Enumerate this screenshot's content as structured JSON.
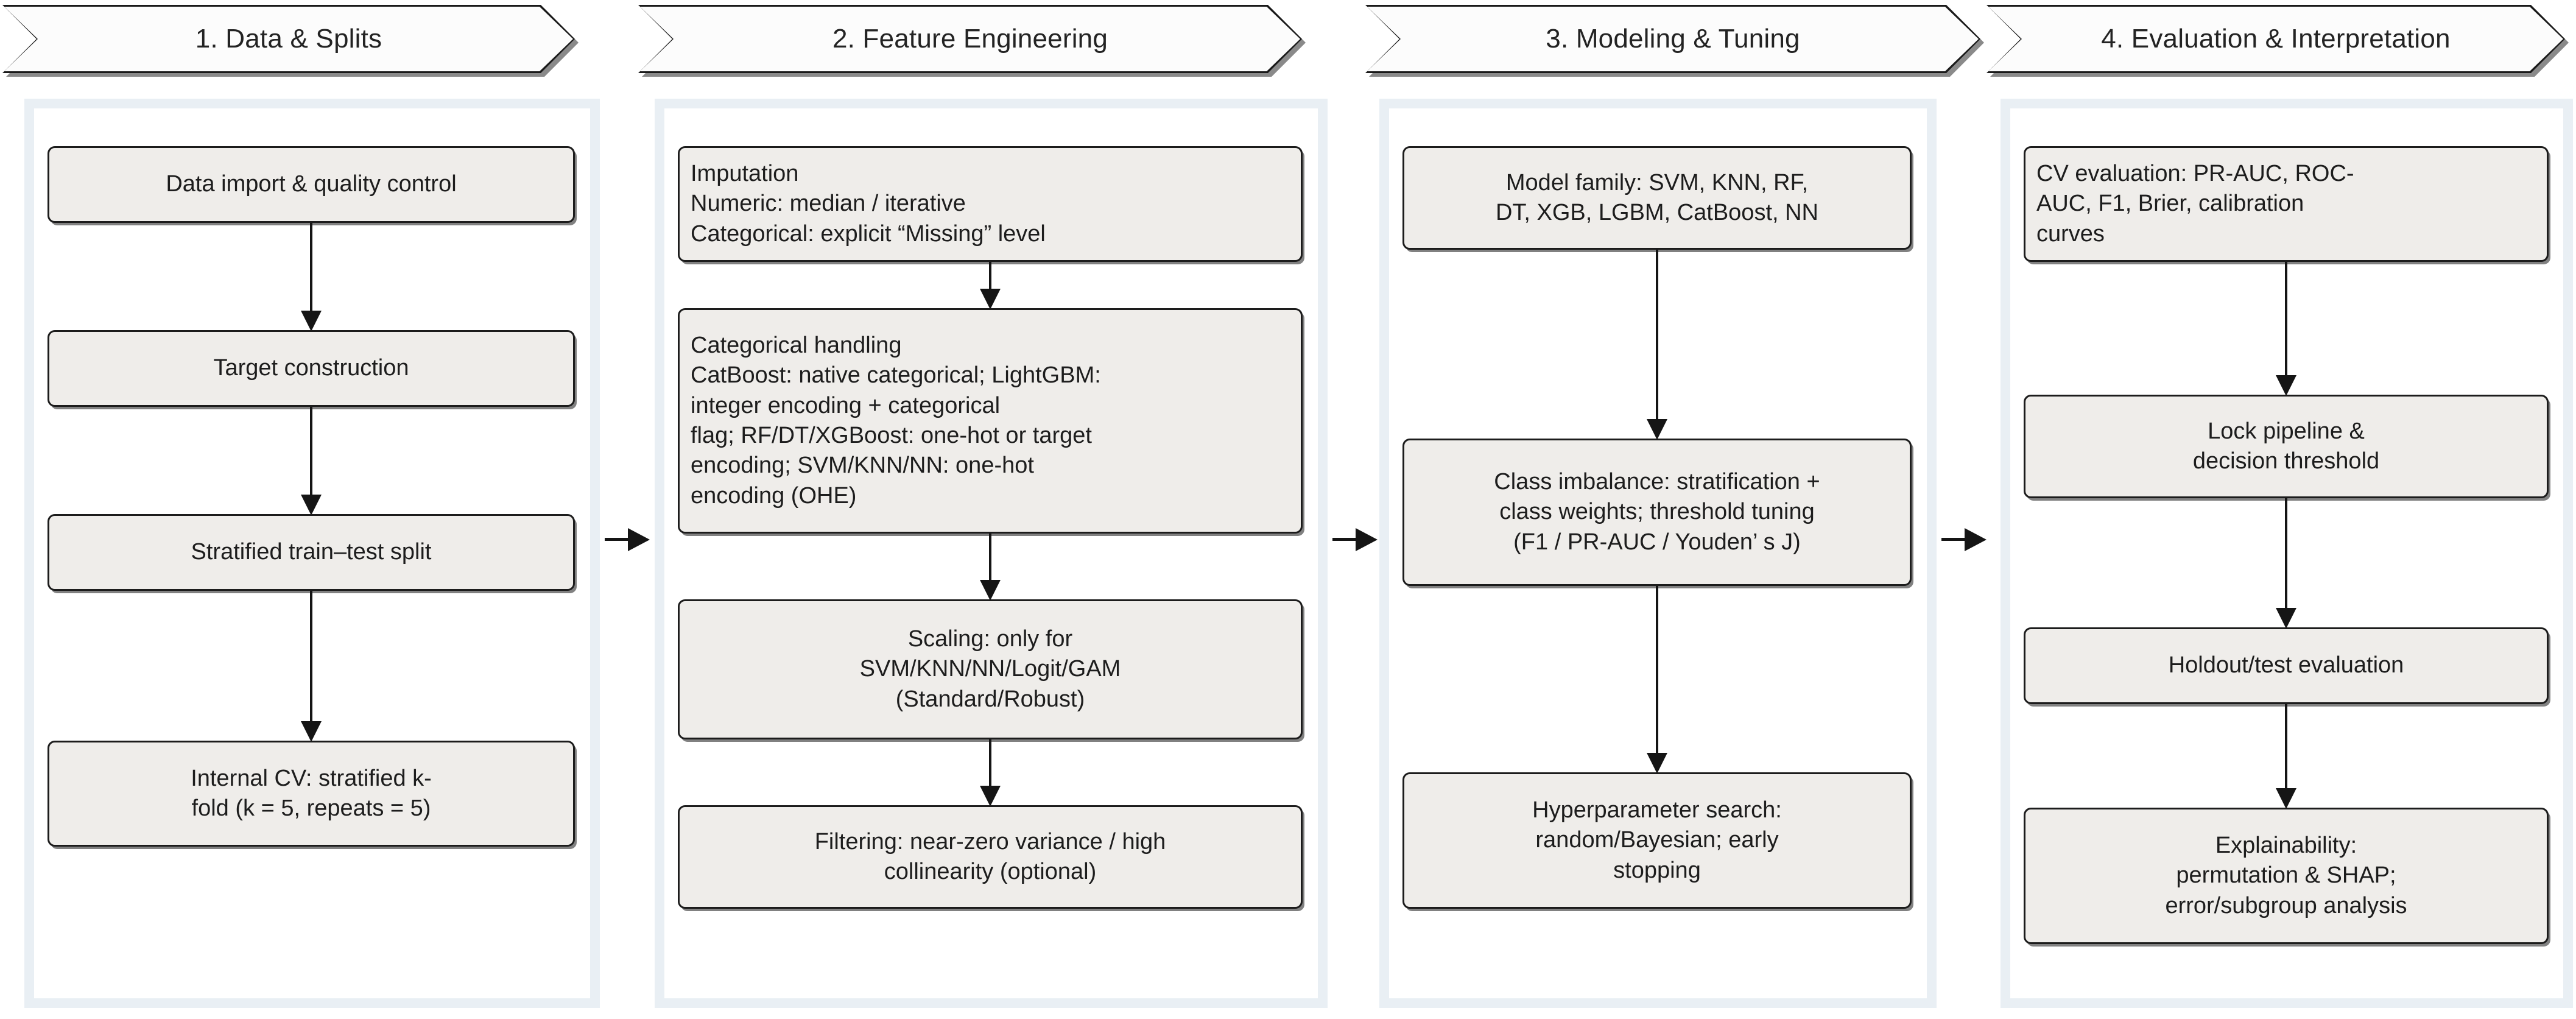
{
  "diagram": {
    "title": "Machine learning pipeline flowchart",
    "colors": {
      "panel_background": "#e9eff4",
      "panel_inner": "#ffffff",
      "node_fill": "#efedea",
      "node_border": "#1c1c1c",
      "connector": "#151515",
      "header_fill": "#fcfcfc",
      "header_outline": "#1a1a1a",
      "header_shadow": "#8a8a8a",
      "text": "#1d1d1d"
    },
    "stages": [
      {
        "id": "stage-1",
        "header": "1. Data & Splits",
        "nodes": [
          {
            "id": "n1-1",
            "align": "center",
            "text": "Data import & quality control"
          },
          {
            "id": "n1-2",
            "align": "center",
            "text": "Target construction"
          },
          {
            "id": "n1-3",
            "align": "center",
            "text": "Stratified train–test split"
          },
          {
            "id": "n1-4",
            "align": "center",
            "text": "Internal CV: stratified k-\nfold (k = 5, repeats = 5)"
          }
        ]
      },
      {
        "id": "stage-2",
        "header": "2. Feature Engineering",
        "nodes": [
          {
            "id": "n2-1",
            "align": "left",
            "text": "Imputation\nNumeric: median / iterative\nCategorical: explicit “Missing” level"
          },
          {
            "id": "n2-2",
            "align": "left",
            "text": "Categorical handling\nCatBoost: native categorical; LightGBM:\ninteger encoding + categorical\nflag; RF/DT/XGBoost: one-hot or target\nencoding; SVM/KNN/NN: one-hot\nencoding (OHE)"
          },
          {
            "id": "n2-3",
            "align": "center",
            "text": "Scaling: only for\nSVM/KNN/NN/Logit/GAM\n(Standard/Robust)"
          },
          {
            "id": "n2-4",
            "align": "center",
            "text": "Filtering: near-zero variance / high\ncollinearity (optional)"
          }
        ]
      },
      {
        "id": "stage-3",
        "header": "3. Modeling & Tuning",
        "nodes": [
          {
            "id": "n3-1",
            "align": "center",
            "text": "Model family: SVM, KNN, RF,\nDT, XGB, LGBM, CatBoost, NN"
          },
          {
            "id": "n3-2",
            "align": "center",
            "text": "Class imbalance: stratification +\nclass weights; threshold tuning\n(F1 / PR-AUC / Youden’ s J)"
          },
          {
            "id": "n3-3",
            "align": "center",
            "text": "Hyperparameter search:\nrandom/Bayesian; early\nstopping"
          }
        ]
      },
      {
        "id": "stage-4",
        "header": "4. Evaluation & Interpretation",
        "nodes": [
          {
            "id": "n4-1",
            "align": "left",
            "text": "CV evaluation: PR-AUC, ROC-\nAUC, F1, Brier, calibration\ncurves"
          },
          {
            "id": "n4-2",
            "align": "center",
            "text": "Lock pipeline &\ndecision threshold"
          },
          {
            "id": "n4-3",
            "align": "center",
            "text": "Holdout/test evaluation"
          },
          {
            "id": "n4-4",
            "align": "center",
            "text": "Explainability:\npermutation & SHAP;\nerror/subgroup analysis"
          }
        ]
      }
    ]
  }
}
